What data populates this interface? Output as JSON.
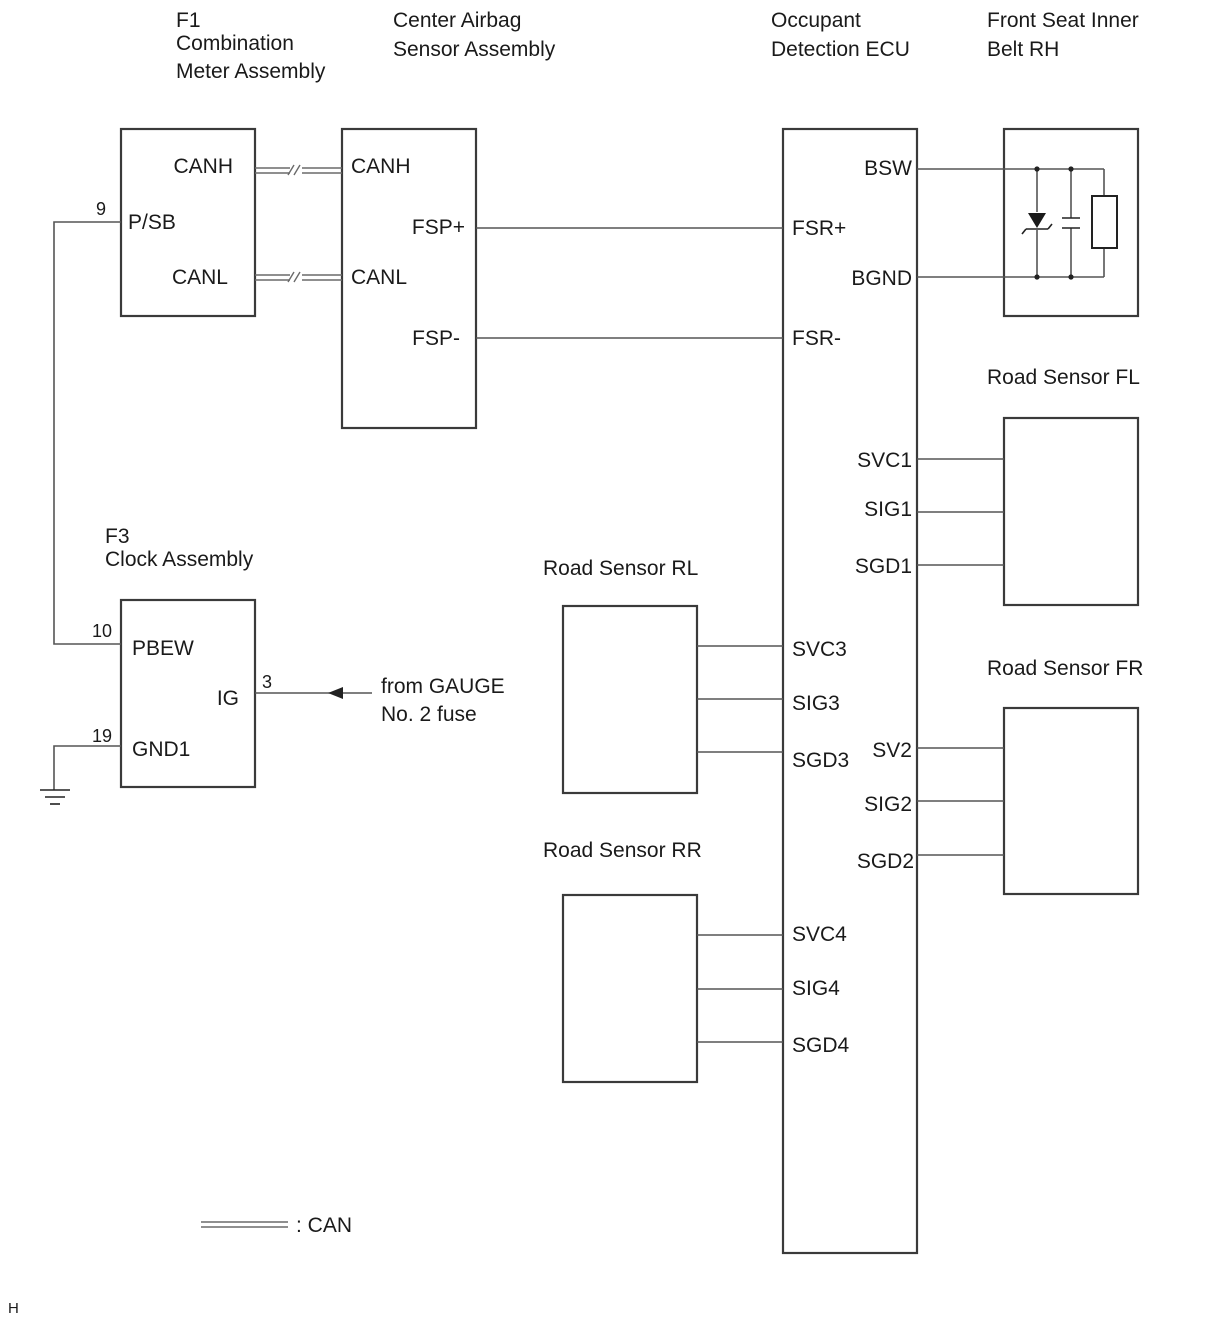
{
  "components": {
    "f1": {
      "title": [
        "F1",
        "Combination",
        "Meter  Assembly"
      ],
      "pins": {
        "canh": "CANH",
        "psb": "P/SB",
        "canl": "CANL"
      },
      "pin_numbers": {
        "psb": "9"
      }
    },
    "airbag": {
      "title": [
        "Center Airbag",
        "Sensor Assembly"
      ],
      "pins": {
        "canh": "CANH",
        "canl": "CANL",
        "fsp_plus": "FSP+",
        "fsp_minus": "FSP-"
      }
    },
    "ecu": {
      "title": [
        "Occupant",
        "Detection ECU"
      ],
      "pins": {
        "bsw": "BSW",
        "fsr_plus": "FSR+",
        "bgnd": "BGND",
        "fsr_minus": "FSR-",
        "svc1": "SVC1",
        "sig1": "SIG1",
        "sgd1": "SGD1",
        "svc3": "SVC3",
        "sig3": "SIG3",
        "sgd3": "SGD3",
        "sv2": "SV2",
        "sig2": "SIG2",
        "sgd2": "SGD2",
        "svc4": "SVC4",
        "sig4": "SIG4",
        "sgd4": "SGD4"
      }
    },
    "belt": {
      "title": [
        "Front Seat Inner",
        "Belt RH"
      ]
    },
    "f3": {
      "title": [
        "F3",
        "Clock Assembly"
      ],
      "pins": {
        "pbew": "PBEW",
        "ig": "IG",
        "gnd1": "GND1"
      },
      "pin_numbers": {
        "pbew": "10",
        "ig": "3",
        "gnd1": "19"
      }
    },
    "road_fl": {
      "title": "Road Sensor FL"
    },
    "road_fr": {
      "title": "Road Sensor FR"
    },
    "road_rl": {
      "title": "Road Sensor RL"
    },
    "road_rr": {
      "title": "Road Sensor RR"
    }
  },
  "fuse_note": [
    "from GAUGE",
    "No. 2 fuse"
  ],
  "legend": {
    "label": ": CAN"
  },
  "corner_mark": "H"
}
